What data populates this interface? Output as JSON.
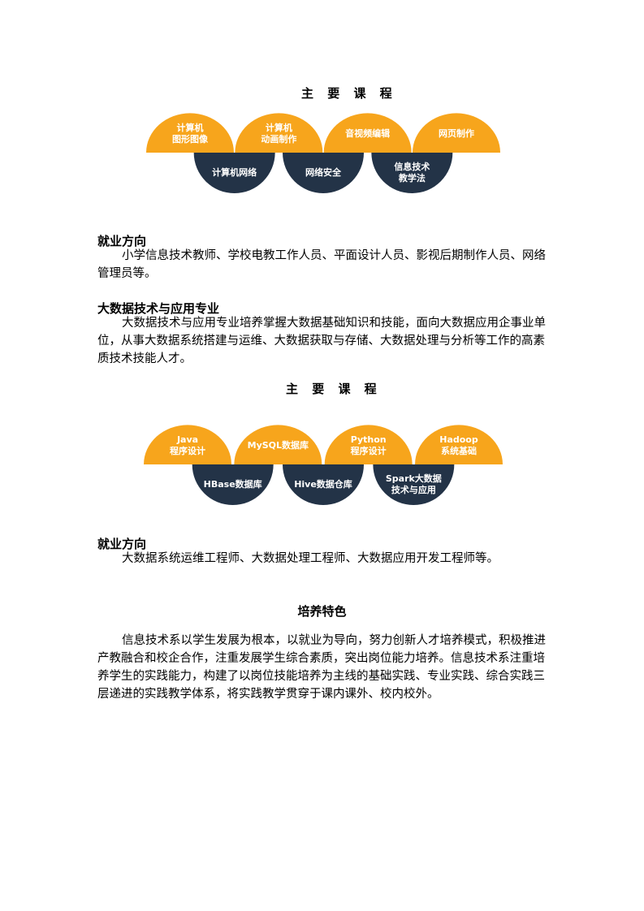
{
  "section1": {
    "courses_title": "主 要 课 程",
    "courses_top": [
      [
        "计算机",
        "图形图像"
      ],
      [
        "计算机",
        "动画制作"
      ],
      [
        "音视频编辑"
      ],
      [
        "网页制作"
      ]
    ],
    "courses_bottom": [
      [
        "计算机网络"
      ],
      [
        "网络安全"
      ],
      [
        "信息技术",
        "教学法"
      ]
    ],
    "employment_heading": "就业方向",
    "employment_text": "小学信息技术教师、学校电教工作人员、平面设计人员、影视后期制作人员、网络管理员等。"
  },
  "section2": {
    "major_heading": "大数据技术与应用专业",
    "major_text": "大数据技术与应用专业培养掌握大数据基础知识和技能，面向大数据应用企事业单位，从事大数据系统搭建与运维、大数据获取与存储、大数据处理与分析等工作的高素质技术技能人才。",
    "courses_title": "主 要 课 程",
    "courses_top": [
      [
        "Java",
        "程序设计"
      ],
      [
        "MySQL数据库"
      ],
      [
        "Python",
        "程序设计"
      ],
      [
        "Hadoop",
        "系统基础"
      ]
    ],
    "courses_bottom": [
      [
        "HBase数据库"
      ],
      [
        "Hive数据仓库"
      ],
      [
        "Spark大数据",
        "技术与应用"
      ]
    ],
    "employment_heading": "就业方向",
    "employment_text": "大数据系统运维工程师、大数据处理工程师、大数据应用开发工程师等。"
  },
  "features": {
    "heading": "培养特色",
    "text": "信息技术系以学生发展为根本，以就业为导向，努力创新人才培养模式，积极推进产教融合和校企合作，注重发展学生综合素质，突出岗位能力培养。信息技术系注重培养学生的实践能力，构建了以岗位技能培养为主线的基础实践、专业实践、综合实践三层递进的实践教学体系，将实践教学贯穿于课内课外、校内校外。"
  },
  "colors": {
    "orange": "#f7a51c",
    "navy": "#233347"
  }
}
